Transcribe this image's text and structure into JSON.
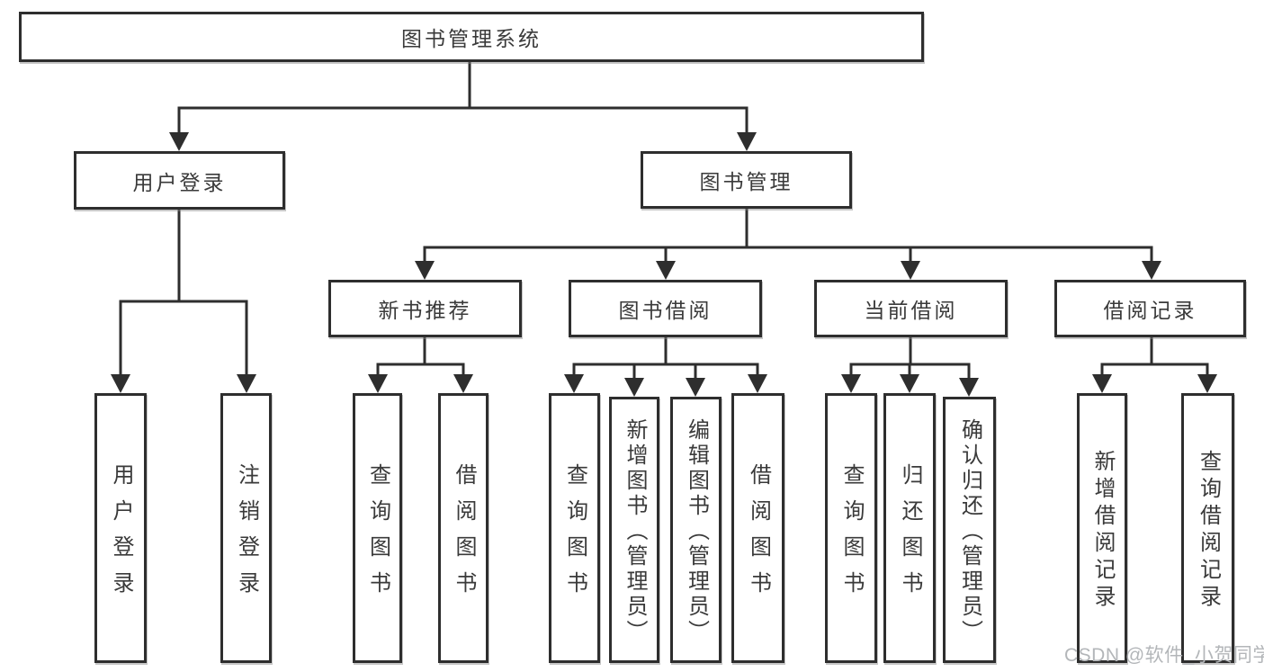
{
  "diagram_title": "图书管理系统",
  "nodes": {
    "root": {
      "label": "图书管理系统"
    },
    "user_login": {
      "label": "用户登录"
    },
    "book_mgmt": {
      "label": "图书管理"
    },
    "new_book_rec": {
      "label": "新书推荐"
    },
    "book_borrow": {
      "label": "图书借阅"
    },
    "current_borrow": {
      "label": "当前借阅"
    },
    "borrow_record": {
      "label": "借阅记录"
    },
    "leaf_user_login": {
      "label": "用户登录"
    },
    "leaf_logout": {
      "label": "注销登录"
    },
    "leaf_nb_query": {
      "label": "查询图书"
    },
    "leaf_nb_borrow": {
      "label": "借阅图书"
    },
    "leaf_bb_query": {
      "label": "查询图书"
    },
    "leaf_bb_add": {
      "label": "新增图书（管理员）"
    },
    "leaf_bb_edit": {
      "label": "编辑图书（管理员）"
    },
    "leaf_bb_borrow": {
      "label": "借阅图书"
    },
    "leaf_cb_query": {
      "label": "查询图书"
    },
    "leaf_cb_return": {
      "label": "归还图书"
    },
    "leaf_cb_confirm": {
      "label": "确认归还（管理员）"
    },
    "leaf_br_add": {
      "label": "新增借阅记录"
    },
    "leaf_br_query": {
      "label": "查询借阅记录"
    }
  },
  "watermark": "CSDN @软件_小贺同学",
  "colors": {
    "line": "#2e2e2e",
    "text": "#3a3a3a",
    "box_background": "#ffffff",
    "watermark": "#b3b6b9",
    "background": "#ffffff"
  }
}
